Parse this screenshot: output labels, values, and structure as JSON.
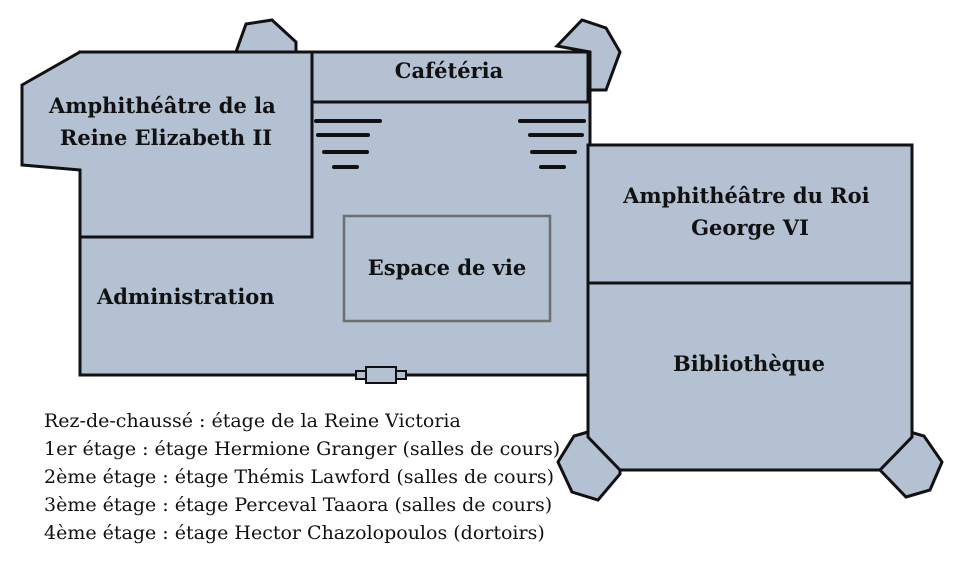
{
  "colors": {
    "room_fill": "#b4c1d2",
    "wall": "#111111",
    "inner_box_stroke": "#6e6e6e",
    "background": "#ffffff"
  },
  "rooms": {
    "elizabeth": {
      "line1": "Amphithéâtre de la",
      "line2": "Reine Elizabeth II"
    },
    "cafeteria": "Cafétéria",
    "espace_de_vie": "Espace de vie",
    "administration": "Administration",
    "george": {
      "line1": "Amphithéâtre du Roi",
      "line2": "George VI"
    },
    "bibliotheque": "Bibliothèque"
  },
  "legend": [
    "Rez-de-chaussé : étage de la Reine Victoria",
    "1er étage : étage Hermione Granger (salles de cours)",
    "2ème étage : étage Thémis Lawford (salles de cours)",
    "3ème étage : étage Perceval Taaora (salles de cours)",
    "4ème étage : étage Hector Chazolopoulos (dortoirs)"
  ]
}
